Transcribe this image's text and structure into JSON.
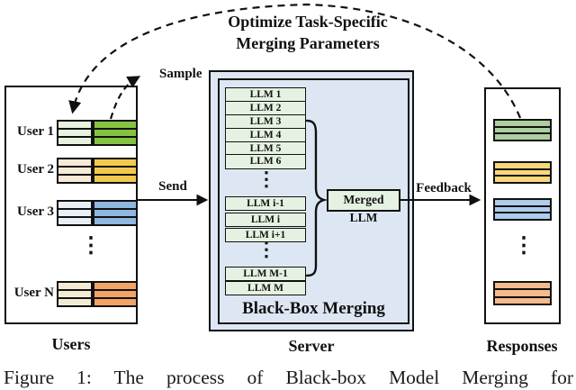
{
  "heading": {
    "line1": "Optimize Task-Specific",
    "line2": "Merging Parameters"
  },
  "arrows": {
    "sample": "Sample",
    "send": "Send",
    "feedback": "Feedback"
  },
  "colors": {
    "border": "#111111",
    "server_fill": "#dde7f3",
    "llm_fill": "#e6f2e1"
  },
  "users_panel": {
    "title": "Users",
    "ellipsis": "⋮",
    "rows": [
      {
        "label": "User 1",
        "small_color": "#e7f3e0",
        "main_color": "#84c342"
      },
      {
        "label": "User 2",
        "small_color": "#f7ead6",
        "main_color": "#f2c94d"
      },
      {
        "label": "User 3",
        "small_color": "#e9eff7",
        "main_color": "#8fb7e0"
      },
      {
        "label": "User N",
        "small_color": "#f3ead3",
        "main_color": "#f1a466"
      }
    ]
  },
  "server_panel": {
    "title": "Server",
    "merging_label": "Black-Box Merging",
    "merged_llm_label": "Merged LLM",
    "ellipsis": "⋮",
    "llm_group1": [
      "LLM 1",
      "LLM 2",
      "LLM 3",
      "LLM 4",
      "LLM 5",
      "LLM 6"
    ],
    "llm_group2": [
      "LLM i-1",
      "LLM i",
      "LLM i+1"
    ],
    "llm_group3": [
      "LLM M-1",
      "LLM M"
    ]
  },
  "responses_panel": {
    "title": "Responses",
    "ellipsis": "⋮",
    "blocks": [
      {
        "color": "#abcf9e"
      },
      {
        "color": "#f8d87a"
      },
      {
        "color": "#accdec"
      },
      {
        "color": "#f6ba8d"
      }
    ]
  },
  "caption": "Figure 1: The process of Black-box Model Merging for"
}
